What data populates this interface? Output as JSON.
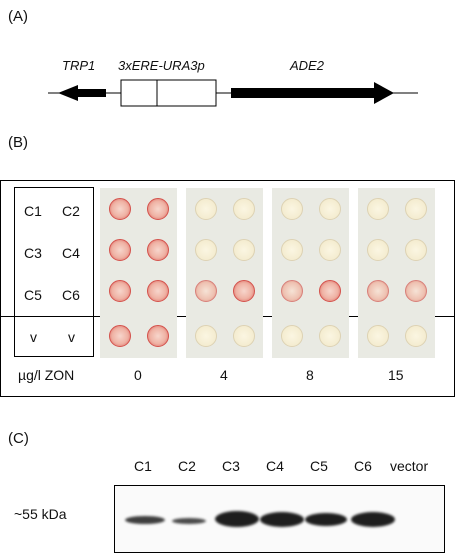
{
  "panels": {
    "a_label": "(A)",
    "b_label": "(B)",
    "c_label": "(C)"
  },
  "construct": {
    "trp1": "TRP1",
    "promoter": "3xERE-URA3p",
    "ade2": "ADE2"
  },
  "plates": {
    "strain_labels": [
      [
        "C1",
        "C2"
      ],
      [
        "C3",
        "C4"
      ],
      [
        "C5",
        "C6"
      ],
      [
        "v",
        "v"
      ]
    ],
    "zon_label": "µg/l ZON",
    "concentrations": [
      "0",
      "4",
      "8",
      "15"
    ],
    "colors": {
      "red_colony": "#d4524c",
      "white_colony": "#f4ecd0",
      "plate_background": "#e9eae3"
    }
  },
  "western": {
    "lanes": [
      "C1",
      "C2",
      "C3",
      "C4",
      "C5",
      "C6",
      "vector"
    ],
    "size_marker": "~55 kDa"
  }
}
